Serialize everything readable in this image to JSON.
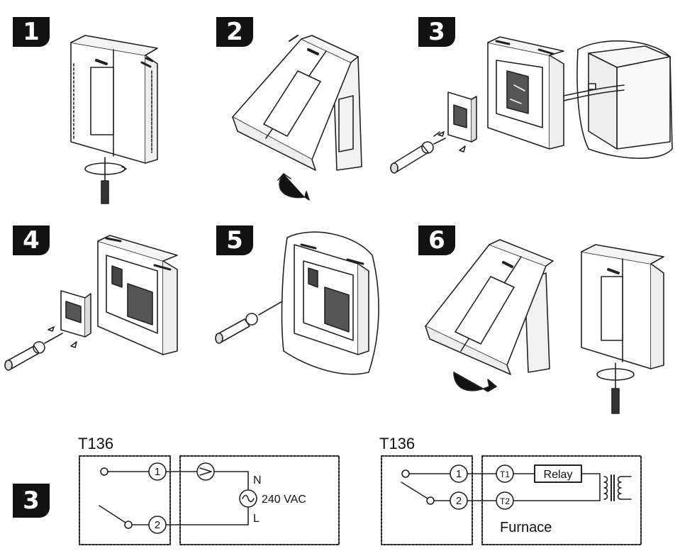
{
  "steps": [
    "1",
    "2",
    "3",
    "4",
    "5",
    "6"
  ],
  "wiring": {
    "badge": "3",
    "left": {
      "model": "T136",
      "terminal_1": "1",
      "terminal_2": "2",
      "neutral": "N",
      "line": "L",
      "supply": "240 VAC"
    },
    "right": {
      "model": "T136",
      "terminal_1": "1",
      "terminal_2": "2",
      "t1": "T1",
      "t2": "T2",
      "relay": "Relay",
      "appliance": "Furnace"
    }
  }
}
